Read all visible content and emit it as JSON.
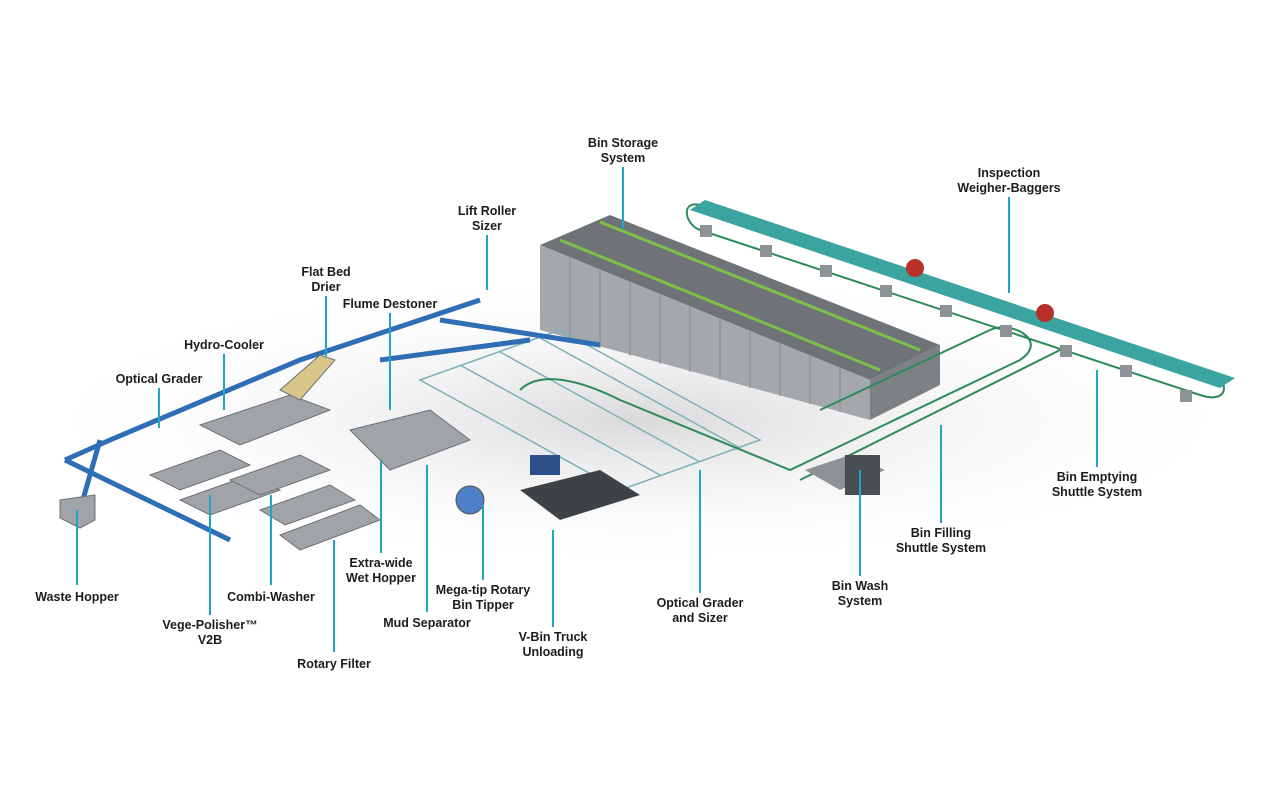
{
  "labels": {
    "bin_storage": [
      "Bin Storage",
      "System"
    ],
    "inspection": [
      "Inspection",
      "Weigher-Baggers"
    ],
    "lift_roller": [
      "Lift Roller",
      "Sizer"
    ],
    "flat_bed": [
      "Flat Bed",
      "Drier"
    ],
    "flume": [
      "Flume Destoner"
    ],
    "hydro": [
      "Hydro-Cooler"
    ],
    "optical_grader": [
      "Optical Grader"
    ],
    "waste": [
      "Waste Hopper"
    ],
    "vege": [
      "Vege-Polisher™",
      "V2B"
    ],
    "combi": [
      "Combi-Washer"
    ],
    "rotary_filter": [
      "Rotary Filter"
    ],
    "wet_hopper": [
      "Extra-wide",
      "Wet Hopper"
    ],
    "mud": [
      "Mud Separator"
    ],
    "mega_tip": [
      "Mega-tip Rotary",
      "Bin Tipper"
    ],
    "vbin": [
      "V-Bin Truck",
      "Unloading"
    ],
    "grader_sizer": [
      "Optical Grader",
      "and Sizer"
    ],
    "bin_wash": [
      "Bin Wash",
      "System"
    ],
    "bin_filling": [
      "Bin Filling",
      "Shuttle System"
    ],
    "bin_emptying": [
      "Bin Emptying",
      "Shuttle System"
    ]
  },
  "colors": {
    "leader": "#1ea7c4",
    "conveyor": "#2f6db5",
    "track": "#2e8a5a",
    "machine": "#9a9ea3"
  }
}
